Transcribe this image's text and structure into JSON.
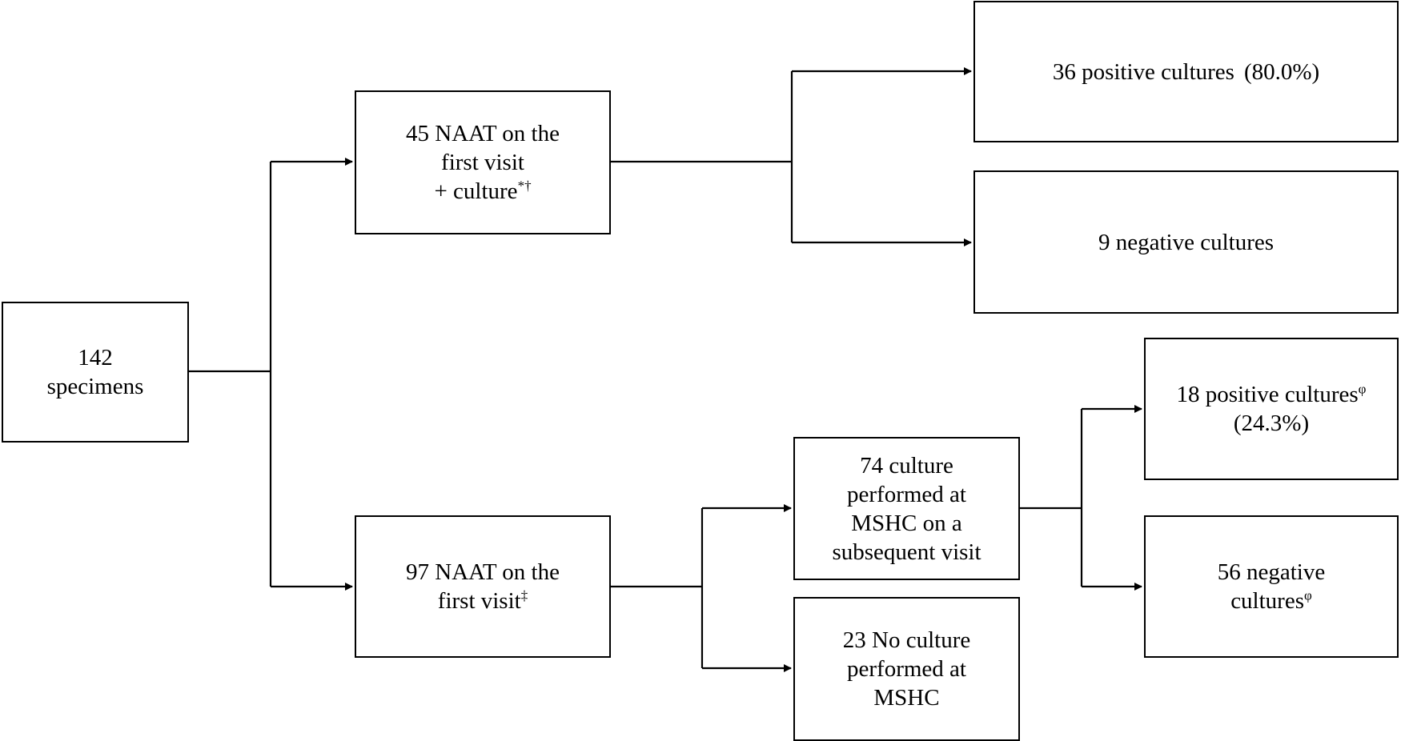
{
  "nodes": {
    "specimens": {
      "lines": [
        "142",
        "specimens"
      ]
    },
    "naat_culture": {
      "lines": [
        "45 NAAT on the",
        "first visit",
        "+ culture"
      ],
      "marks": "*†"
    },
    "naat_only": {
      "lines": [
        "97 NAAT on the",
        "first visit"
      ],
      "marks": "‡"
    },
    "positive_36": {
      "main": "36 positive cultures",
      "pct": "(80.0%)"
    },
    "negative_9": {
      "text": "9 negative cultures"
    },
    "culture_74": {
      "lines": [
        "74 culture",
        "performed at",
        "MSHC on a",
        "subsequent visit"
      ]
    },
    "no_culture_23": {
      "lines": [
        "23 No culture",
        "performed at",
        "MSHC"
      ]
    },
    "positive_18": {
      "line1": "18 positive cultures",
      "line2": "(24.3%)",
      "marks": "φ"
    },
    "negative_56": {
      "line1": "56 negative",
      "line2": "cultures",
      "marks": "φ"
    }
  }
}
